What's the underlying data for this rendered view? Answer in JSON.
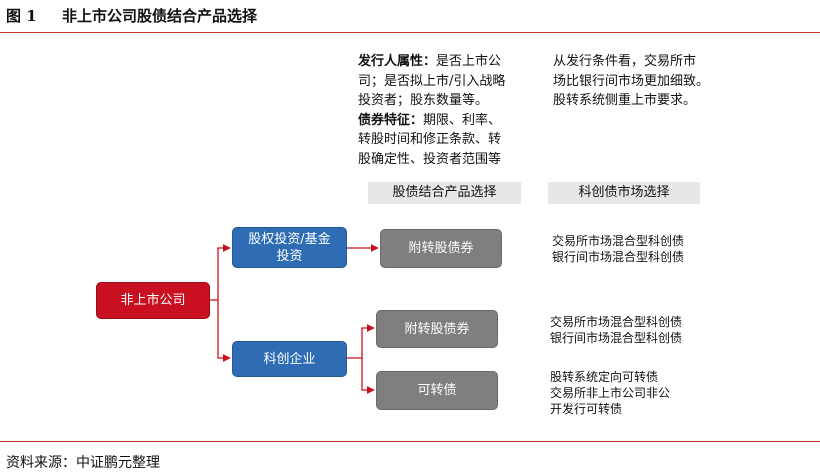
{
  "figure": {
    "label": "图 1",
    "title": "非上市公司股债结合产品选择"
  },
  "notes": {
    "left": {
      "issuer_key": "发行人属性：",
      "issuer_line1": "是否上市公",
      "issuer_line2": "司；是否拟上市/引入战略",
      "issuer_line3": "投资者；股东数量等。",
      "bond_key": "债券特征：",
      "bond_line1": "期限、利率、",
      "bond_line2": "转股时间和修正条款、转",
      "bond_line3": "股确定性、投资者范围等"
    },
    "right": {
      "line1": "从发行条件看，交易所市",
      "line2": "场比银行间市场更加细致。",
      "line3": "股转系统侧重上市要求。"
    }
  },
  "headers": {
    "product": "股债结合产品选择",
    "market": "科创债市场选择"
  },
  "nodes": {
    "root": "非上市公司",
    "equity_investment": "股权投资/基金投资",
    "sci_tech_enterprise": "科创企业",
    "exchangeable_bond_1": "附转股债券",
    "exchangeable_bond_2": "附转股债券",
    "convertible_bond": "可转债"
  },
  "markets": {
    "group1": [
      "交易所市场混合型科创债",
      "银行间市场混合型科创债"
    ],
    "group2": [
      "交易所市场混合型科创债",
      "银行间市场混合型科创债"
    ],
    "group3": [
      "股转系统定向可转债",
      "交易所非上市公司非公",
      "开发行可转债"
    ]
  },
  "source": "资料来源：中证鹏元整理",
  "colors": {
    "root": "#c81020",
    "branch": "#2e6db4",
    "product": "#7f7f7f",
    "connector": "#c81020",
    "rule": "#c0392b",
    "header_bg": "#e7e7e7"
  }
}
